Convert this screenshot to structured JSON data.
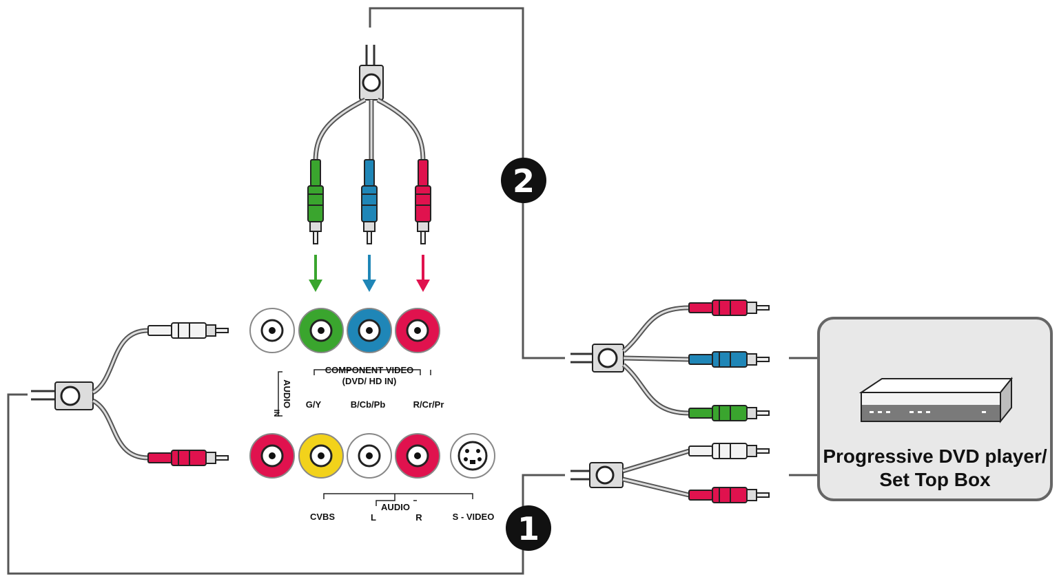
{
  "panel": {
    "audio_in_label": "AUDIO",
    "audio_in_sub": "IN",
    "component_video_title": "COMPONENT VIDEO",
    "component_video_sub": "(DVD/ HD IN)",
    "gy_label": "G/Y",
    "bcbpb_label": "B/Cb/Pb",
    "rcrpr_label": "R/Cr/Pr",
    "cvbs_label": "CVBS",
    "audio_label": "AUDIO",
    "l_label": "L",
    "r_label": "R",
    "svideo_label": "S - VIDEO"
  },
  "steps": {
    "one": "1",
    "two": "2"
  },
  "device": {
    "line1": "Progressive DVD player/",
    "line2": "Set Top Box"
  },
  "colors": {
    "green": "#3aa52e",
    "blue": "#1f86b7",
    "red": "#e0124e",
    "yellow": "#f2d21b",
    "white": "#ffffff",
    "device_bg": "#e8e8e8",
    "line": "#555555"
  }
}
